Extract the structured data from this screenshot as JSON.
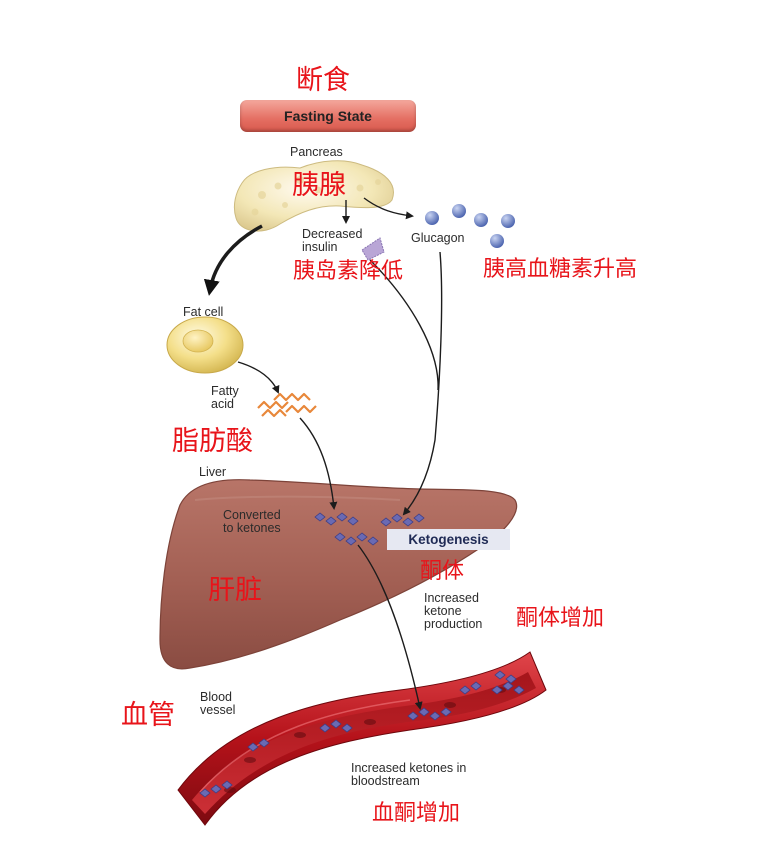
{
  "title_cn": "断食",
  "banner": "Fasting State",
  "labels": {
    "pancreas": "Pancreas",
    "pancreas_cn": "胰腺",
    "decreased_insulin": "Decreased\ninsulin",
    "decreased_insulin_cn": "胰岛素降低",
    "glucagon": "Glucagon",
    "glucagon_cn": "胰高血糖素升高",
    "fat_cell": "Fat cell",
    "fatty_acid": "Fatty\nacid",
    "fatty_acid_cn": "脂肪酸",
    "liver": "Liver",
    "liver_cn": "肝脏",
    "converted": "Converted\nto ketones",
    "ketogenesis": "Ketogenesis",
    "ketogenesis_cn": "酮体",
    "increased_production": "Increased\nketone\nproduction",
    "increased_production_cn": "酮体增加",
    "blood_vessel": "Blood\nvessel",
    "blood_vessel_cn": "血管",
    "increased_blood": "Increased ketones in\nbloodstream",
    "increased_blood_cn": "血酮增加"
  },
  "colors": {
    "annotation_red": "#e8141a",
    "banner": "#e46e62",
    "pancreas": "#f3e7b6",
    "fat_cell": "#f4df8a",
    "fatty_acid": "#e8873a",
    "liver": "#a8655a",
    "vessel": "#c4171d",
    "ketone": "#6a6ab3",
    "glucagon": "#6f86c6"
  }
}
